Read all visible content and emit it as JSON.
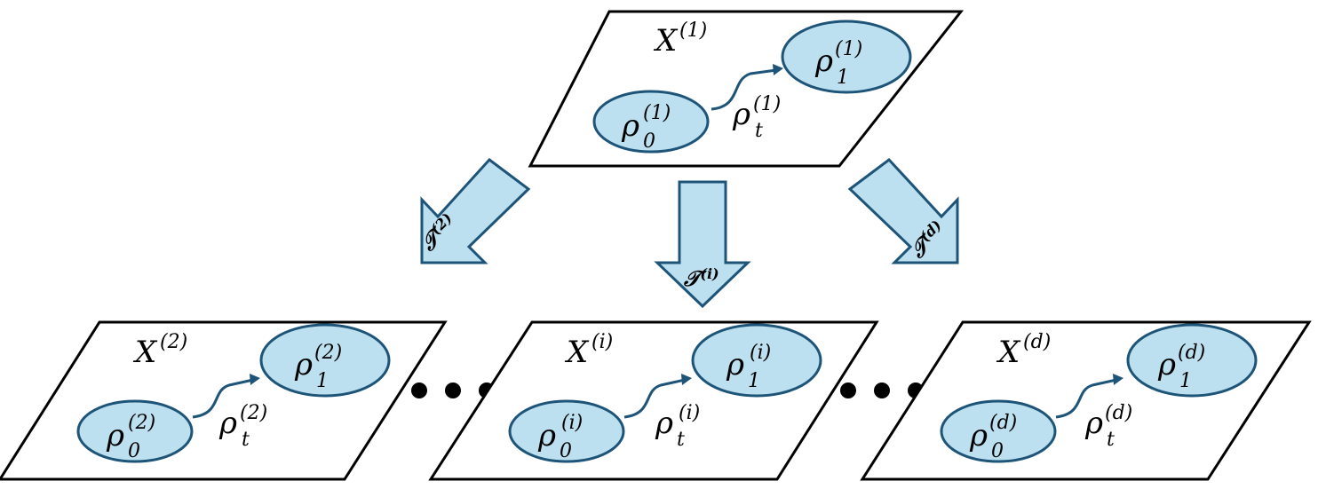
{
  "colors": {
    "blob_fill": "#bde0f0",
    "blob_stroke": "#1d5478",
    "plane_stroke": "#000000"
  },
  "top": {
    "space": {
      "base": "X",
      "sup": "(1)"
    },
    "rho0": {
      "base": "ρ",
      "sub": "0",
      "sup": "(1)"
    },
    "rho1": {
      "base": "ρ",
      "sub": "1",
      "sup": "(1)"
    },
    "rhot": {
      "base": "ρ",
      "sub": "t",
      "sup": "(1)"
    }
  },
  "transforms": {
    "left": {
      "base": "𝒯",
      "sup": "(2)"
    },
    "middle": {
      "base": "𝒯",
      "sup": "(i)"
    },
    "right": {
      "base": "𝒯",
      "sup": "(d)"
    }
  },
  "bottom": [
    {
      "space": {
        "base": "X",
        "sup": "(2)"
      },
      "rho0": {
        "base": "ρ",
        "sub": "0",
        "sup": "(2)"
      },
      "rho1": {
        "base": "ρ",
        "sub": "1",
        "sup": "(2)"
      },
      "rhot": {
        "base": "ρ",
        "sub": "t",
        "sup": "(2)"
      }
    },
    {
      "space": {
        "base": "X",
        "sup": "(i)"
      },
      "rho0": {
        "base": "ρ",
        "sub": "0",
        "sup": "(i)"
      },
      "rho1": {
        "base": "ρ",
        "sub": "1",
        "sup": "(i)"
      },
      "rhot": {
        "base": "ρ",
        "sub": "t",
        "sup": "(i)"
      }
    },
    {
      "space": {
        "base": "X",
        "sup": "(d)"
      },
      "rho0": {
        "base": "ρ",
        "sub": "0",
        "sup": "(d)"
      },
      "rho1": {
        "base": "ρ",
        "sub": "1",
        "sup": "(d)"
      },
      "rhot": {
        "base": "ρ",
        "sub": "t",
        "sup": "(d)"
      }
    }
  ]
}
